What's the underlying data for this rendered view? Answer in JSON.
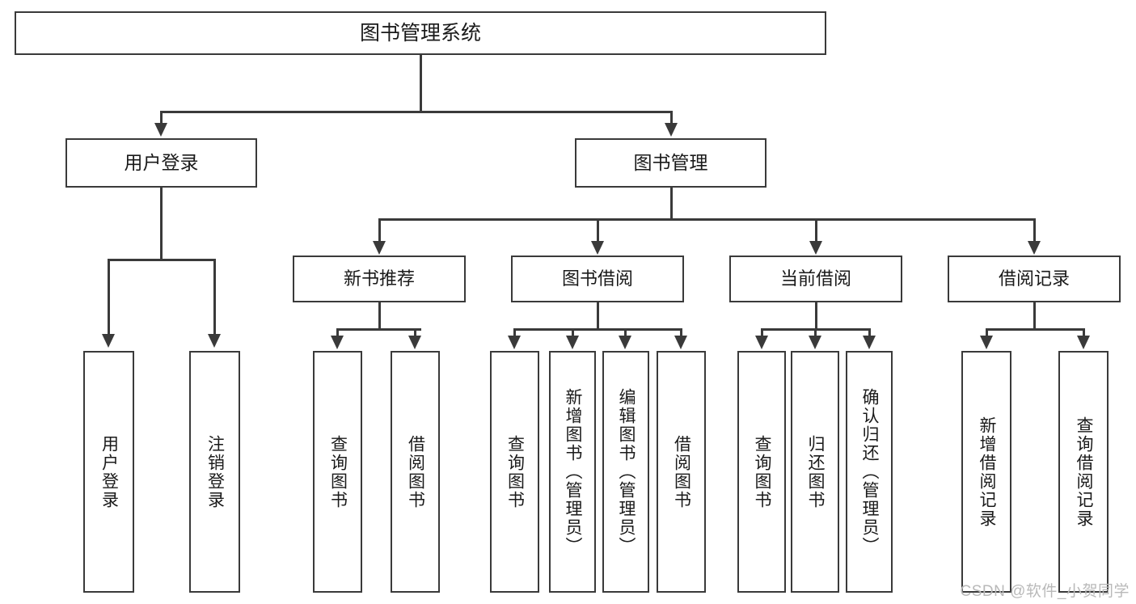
{
  "diagram": {
    "title": "图书管理系统",
    "watermark": "CSDN @软件_小贺同学",
    "root": {
      "label": "图书管理系统"
    },
    "level2": [
      {
        "label": "用户登录"
      },
      {
        "label": "图书管理"
      }
    ],
    "level3": [
      {
        "label": "新书推荐"
      },
      {
        "label": "图书借阅"
      },
      {
        "label": "当前借阅"
      },
      {
        "label": "借阅记录"
      }
    ],
    "leaves": [
      {
        "label": "用户登录"
      },
      {
        "label": "注销登录"
      },
      {
        "label": "查询图书"
      },
      {
        "label": "借阅图书"
      },
      {
        "label": "查询图书"
      },
      {
        "label": "新增图书（管理员）"
      },
      {
        "label": "编辑图书（管理员）"
      },
      {
        "label": "借阅图书"
      },
      {
        "label": "查询图书"
      },
      {
        "label": "归还图书"
      },
      {
        "label": "确认归还（管理员）"
      },
      {
        "label": "新增借阅记录"
      },
      {
        "label": "查询借阅记录"
      }
    ],
    "colors": {
      "stroke": "#3a3a3a",
      "fill": "#ffffff",
      "text": "#1a1a1a",
      "watermark": "#b9b9b9"
    }
  }
}
